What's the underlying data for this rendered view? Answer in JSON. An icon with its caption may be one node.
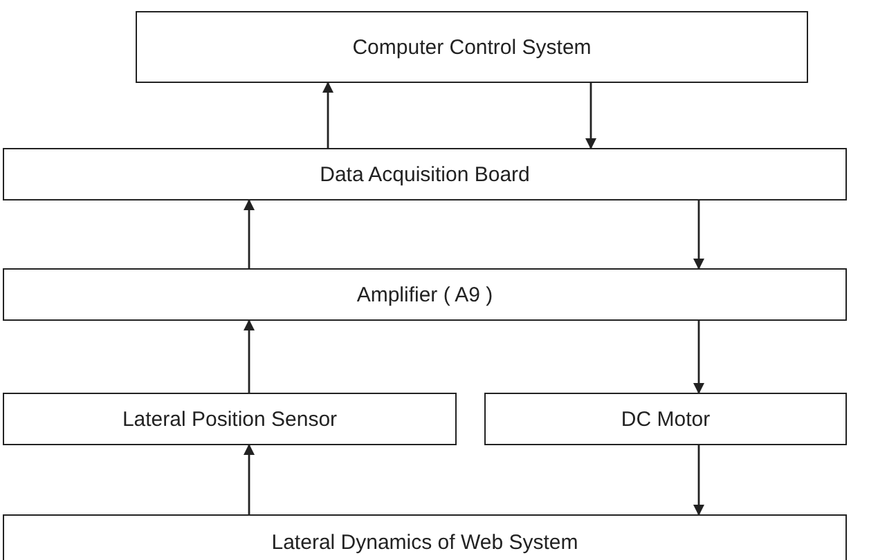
{
  "diagram": {
    "nodes": [
      {
        "text": [
          "Computer Control System"
        ]
      },
      {
        "text": [
          "Data Acquisition Board"
        ]
      },
      {
        "text": [
          "Amplifier ( A9 )"
        ]
      },
      {
        "text": [
          "Lateral Position Sensor"
        ]
      },
      {
        "text": [
          "DC Motor"
        ]
      },
      {
        "text": [
          "Lateral Dynamics of Web System"
        ]
      }
    ],
    "edges": [
      {
        "from": 1,
        "to": 0,
        "arrow": "to"
      },
      {
        "from": 0,
        "to": 1,
        "arrow": "to"
      },
      {
        "from": 2,
        "to": 1,
        "arrow": "to"
      },
      {
        "from": 1,
        "to": 2,
        "arrow": "to"
      },
      {
        "from": 3,
        "to": 2,
        "arrow": "to"
      },
      {
        "from": 2,
        "to": 4,
        "arrow": "to"
      },
      {
        "from": 5,
        "to": 3,
        "arrow": "to"
      },
      {
        "from": 4,
        "to": 5,
        "arrow": "to"
      }
    ]
  }
}
